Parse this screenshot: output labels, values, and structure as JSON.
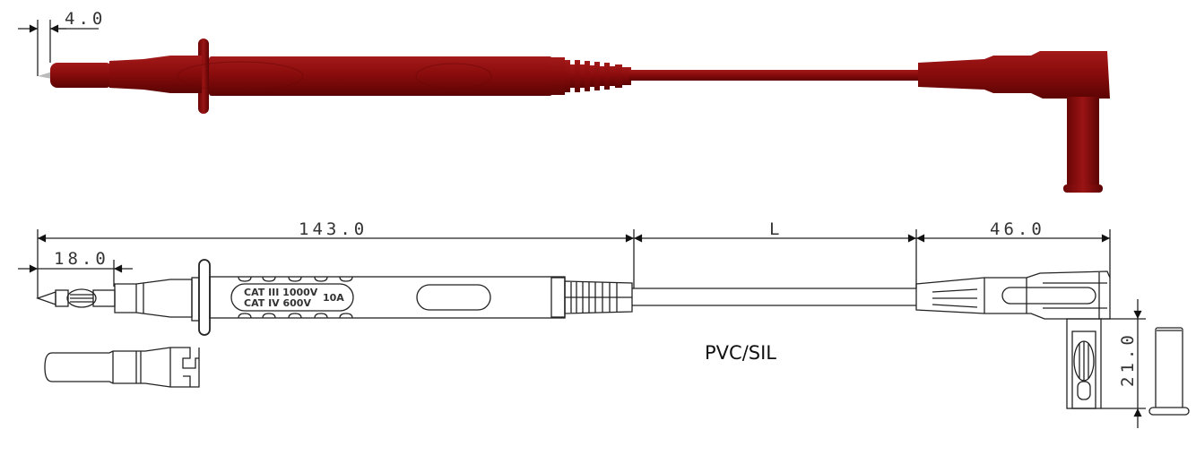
{
  "colors": {
    "probe_red": "#8a0c0c",
    "probe_red_dark": "#5c0404",
    "probe_red_light": "#a31a1a",
    "line": "#222222",
    "background": "#ffffff"
  },
  "top_view": {
    "dimensions": {
      "tip_length": "4.0"
    }
  },
  "bottom_view": {
    "dimensions": {
      "probe_length": "143.0",
      "tip_length": "18.0",
      "cable_length": "L",
      "connector_length": "46.0",
      "plug_height": "21.0"
    },
    "markings": {
      "line1": "CAT III 1000V",
      "line2": "CAT IV 600V",
      "current": "10A"
    },
    "cable_material": "PVC/SIL"
  }
}
